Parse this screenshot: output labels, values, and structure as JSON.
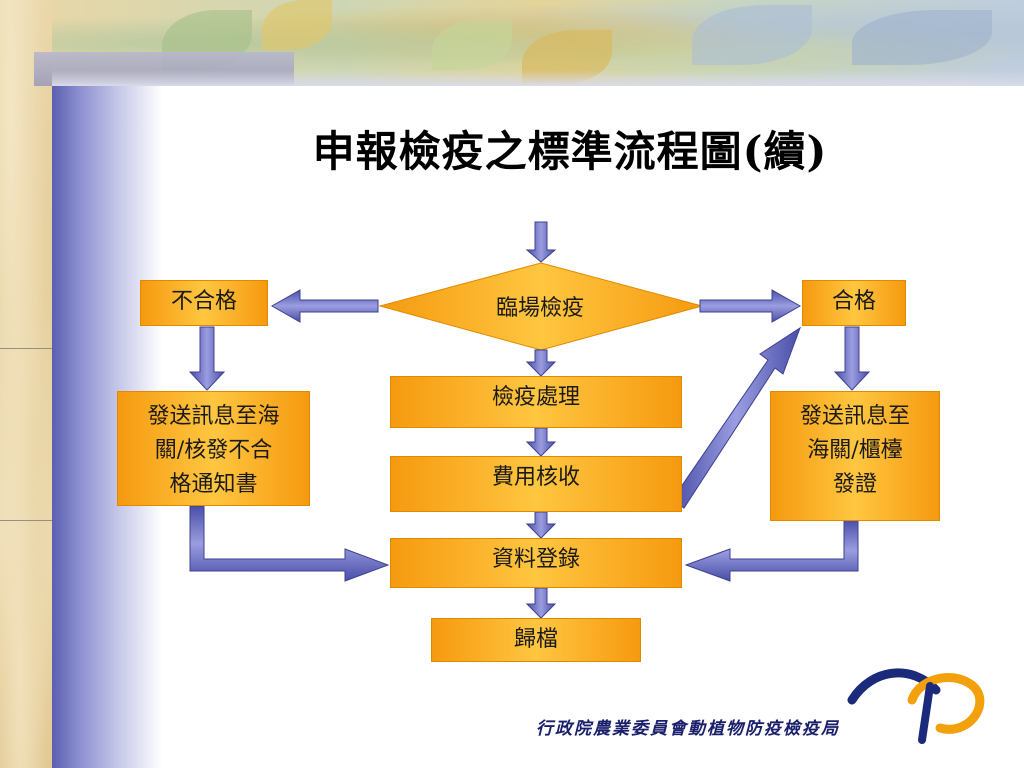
{
  "slide": {
    "title": "申報檢疫之標準流程圖(續)"
  },
  "flowchart": {
    "decision": "臨場檢疫",
    "left_result": "不合格",
    "right_result": "合格",
    "left_action": "發送訊息至海\n關/核發不合\n格通知書",
    "right_action": "發送訊息至\n海關/櫃檯\n發證",
    "step1": "檢疫處理",
    "step2": "費用核收",
    "step3": "資料登錄",
    "step4": "歸檔"
  },
  "footer": {
    "agency": "行政院農業委員會動植物防疫檢疫局",
    "logo_icon": "agency-logo-icon"
  },
  "colors": {
    "box_orange": "#f59a10",
    "box_light": "#ffc640",
    "arrow_blue": "#6c6fc8",
    "logo_blue": "#1b2a7a",
    "logo_orange": "#f2a10c"
  }
}
